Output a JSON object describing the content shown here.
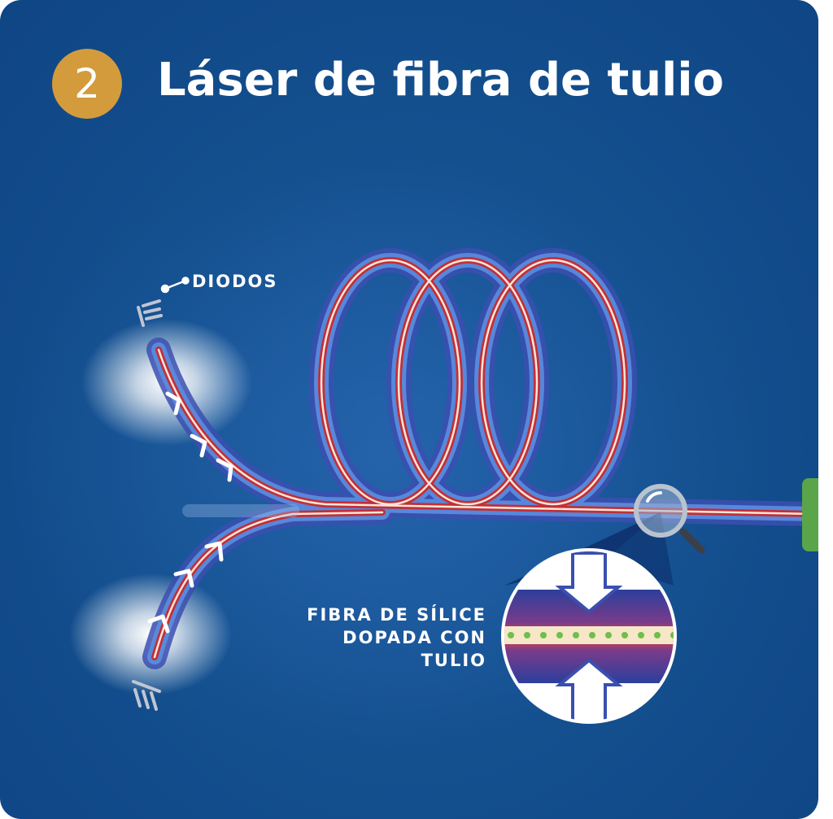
{
  "badge": {
    "number": "2"
  },
  "title": "Láser de fibra de tulio",
  "labels": {
    "diodos": "DIODOS",
    "fibra_lines": [
      "FIBRA DE SÍLICE",
      "DOPADA CON",
      "TULIO"
    ]
  },
  "colors": {
    "background": "#14508f",
    "badge": "#d39b3b",
    "fiber_core": "#e8453c",
    "fiber_cladding": "#4a74c8",
    "output_coupler": "#5aa54a",
    "dopant_dots": "#6fbf4a"
  },
  "icons": [
    "diode-top-icon",
    "diode-bottom-icon",
    "magnifier-icon",
    "arrow-icon",
    "output-coupler-icon"
  ]
}
